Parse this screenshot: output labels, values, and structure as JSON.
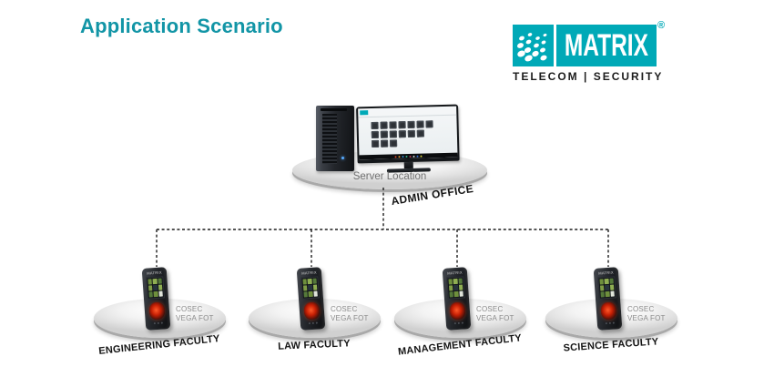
{
  "title": "Application Scenario",
  "logo": {
    "brand": "MATRIX",
    "registered_mark": "®",
    "tagline": "TELECOM | SECURITY"
  },
  "server": {
    "platform_label": "Server Location",
    "office_label": "ADMIN OFFICE"
  },
  "sites": [
    {
      "name": "ENGINEERING FACULTY",
      "device": {
        "brand": "MATRIX",
        "model_line1": "COSEC",
        "model_line2": "VEGA FOT"
      }
    },
    {
      "name": "LAW FACULTY",
      "device": {
        "brand": "MATRIX",
        "model_line1": "COSEC",
        "model_line2": "VEGA FOT"
      }
    },
    {
      "name": "MANAGEMENT FACULTY",
      "device": {
        "brand": "MATRIX",
        "model_line1": "COSEC",
        "model_line2": "VEGA FOT"
      }
    },
    {
      "name": "SCIENCE FACULTY",
      "device": {
        "brand": "MATRIX",
        "model_line1": "COSEC",
        "model_line2": "VEGA FOT"
      }
    }
  ],
  "colors": {
    "accent_teal": "#00a9b7",
    "title_teal": "#1295a6",
    "label_dark": "#151515",
    "muted_gray": "#8b8b8b"
  }
}
